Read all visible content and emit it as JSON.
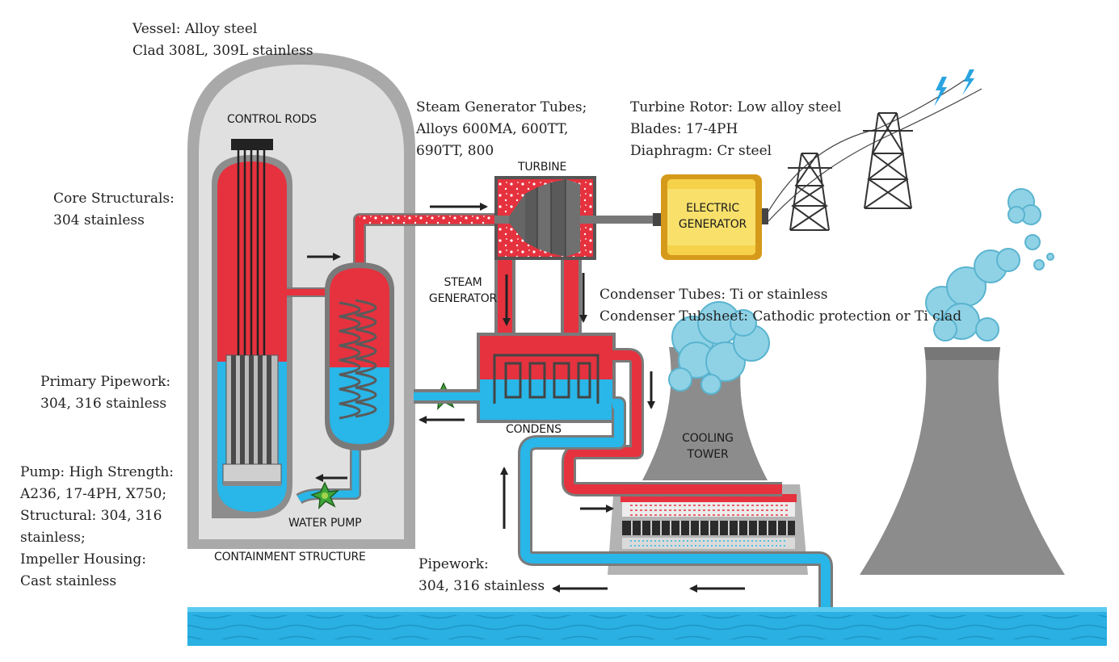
{
  "labels": {
    "vessel": [
      "Vessel: Alloy steel",
      "Clad 308L, 309L stainless"
    ],
    "core_structurals": [
      "Core Structurals:",
      "304 stainless"
    ],
    "primary_pipework": [
      "Primary Pipework:",
      "304, 316 stainless"
    ],
    "pump": [
      "Pump: High Strength:",
      "A236, 17-4PH, X750;",
      "Structural: 304, 316",
      "stainless;",
      "Impeller Housing:",
      "Cast stainless"
    ],
    "steam_generator_tubes": [
      "Steam Generator Tubes;",
      "Alloys 600MA, 600TT,",
      "690TT, 800"
    ],
    "turbine_rotor": [
      "Turbine Rotor: Low alloy steel",
      "Blades: 17-4PH",
      "Diaphragm: Cr steel"
    ],
    "condenser": [
      "Condenser Tubes: Ti or stainless",
      "Condenser Tubsheet: Cathodic protection or Ti clad"
    ],
    "pipework": [
      "Pipework:",
      "304, 316 stainless"
    ]
  },
  "captions": {
    "control_rods": "CONTROL RODS",
    "turbine": "TURBINE",
    "electric_generator": [
      "ELECTRIC",
      "GENERATOR"
    ],
    "steam_generator": [
      "STEAM",
      "GENERATOR"
    ],
    "condens": "CONDENS",
    "cooling_tower": [
      "COOLING",
      "TOWER"
    ],
    "water_pump": "WATER PUMP",
    "containment_structure": "CONTAINMENT STRUCTURE"
  },
  "colors": {
    "hot_water": "#e5323e",
    "cold_water": "#29b6e8",
    "containment": "#a8a8a8",
    "tower": "#8c8c8c",
    "generator": "#f5d24a",
    "steam": "#8fd2e6",
    "river": "#2ab0e2"
  },
  "icons": [
    "pump-impeller-icon",
    "lightning-bolt-icon",
    "flow-arrow-icon",
    "steam-cloud-icon",
    "pylon-icon"
  ]
}
